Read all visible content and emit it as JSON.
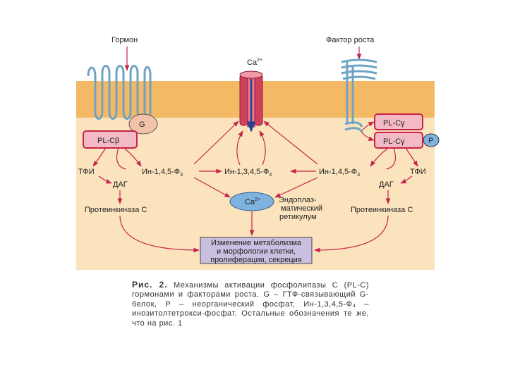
{
  "colors": {
    "membrane": "#f3b964",
    "cytoplasm": "#fbe3bd",
    "arrow": "#c8234a",
    "enzyme_fill": "#f3b9c4",
    "enzyme_stroke": "#c8234a",
    "receptor": "#6fa3c4",
    "g_protein": "#f2c3a8",
    "er": "#7fb2de",
    "result_box": "#c9bfe0",
    "channel": "#d0405a"
  },
  "labels": {
    "hormone": "Гормон",
    "growth_factor": "Фактор роста",
    "ca_top": "Ca",
    "ca_sup": "2+",
    "g": "G",
    "plcb": "PL-Cβ",
    "plcg1": "PL-Cγ",
    "plcg2": "PL-Cγ",
    "p": "P",
    "tfi_left": "ТФИ",
    "tfi_right": "ТФИ",
    "ip3_left": "Ин-1,4,5-Ф",
    "ip3_left_sub": "3",
    "ip4": "Ин-1,3,4,5-Ф",
    "ip4_sub": "4",
    "ip3_right": "Ин-1,4,5-Ф",
    "ip3_right_sub": "3",
    "dag_left": "ДАГ",
    "dag_right": "ДАГ",
    "pkc_left": "Протеинкиназа С",
    "pkc_right": "Протеинкиназа С",
    "ca_er": "Ca",
    "ca_er_sup": "2+",
    "er_line1": "Эндоплаз-",
    "er_line2": "матический",
    "er_line3": "ретикулум",
    "result_line1": "Изменение метаболизма",
    "result_line2": "и морфологии клетки,",
    "result_line3": "пролиферация, секреция"
  },
  "caption": {
    "title": "Рис. 2.",
    "line1": "Механизмы активации фосфолипазы С (PL-C) гормонами и факторами роста.",
    "line2": "G – ГТФ-связывающий G-белок, Р – неорганический фосфат, Ин-1,3,4,5-Ф₄ – инозитолтетрокси-фосфат. Остальные обозначения те же, что на рис. 1"
  }
}
